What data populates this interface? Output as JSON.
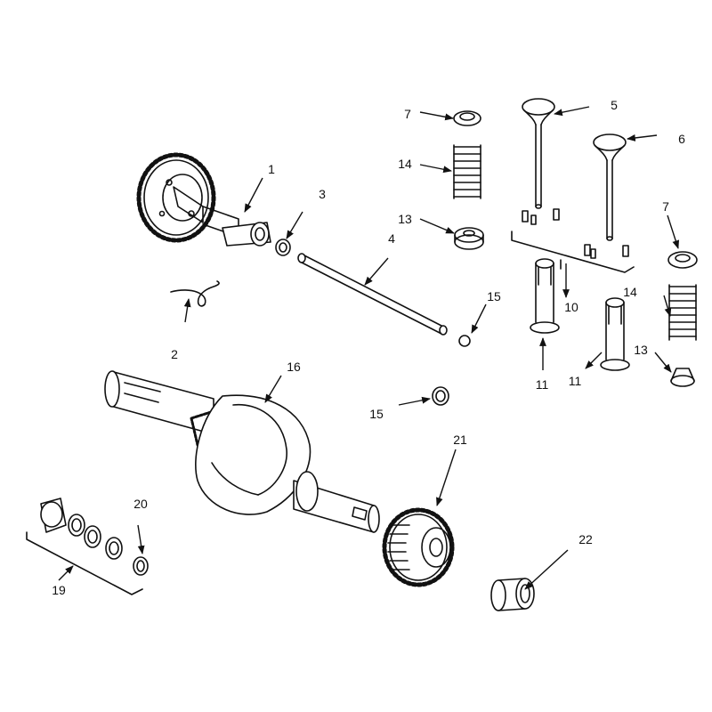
{
  "diagram": {
    "ink": "#111111",
    "background": "#ffffff",
    "callouts": {
      "c1": "1",
      "c2": "2",
      "c3": "3",
      "c4": "4",
      "c5": "5",
      "c6": "6",
      "c7a": "7",
      "c7b": "7",
      "c10": "10",
      "c11a": "11",
      "c11b": "11",
      "c13a": "13",
      "c13b": "13",
      "c14a": "14",
      "c14b": "14",
      "c15a": "15",
      "c15b": "15",
      "c16": "16",
      "c19": "19",
      "c20": "20",
      "c21": "21",
      "c22": "22"
    }
  }
}
